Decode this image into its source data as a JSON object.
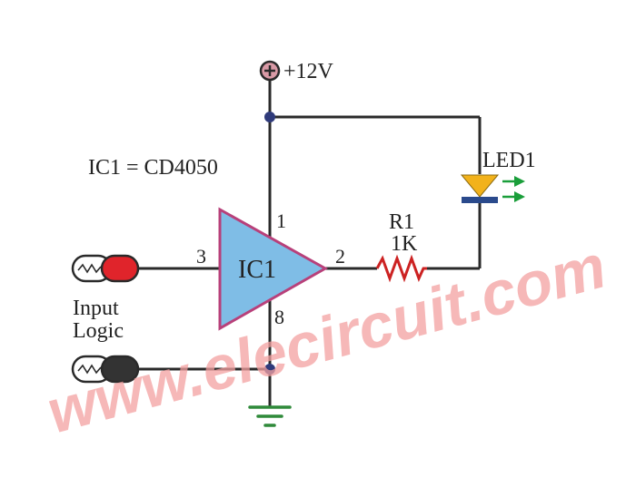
{
  "supply": {
    "label": "+12V"
  },
  "ic": {
    "label": "IC1",
    "definition": "IC1 = CD4050",
    "pin_in": "3",
    "pin_out": "2",
    "pin_vdd": "1",
    "pin_gnd": "8"
  },
  "led": {
    "label": "LED1"
  },
  "resistor": {
    "name": "R1",
    "value": "1K"
  },
  "input": {
    "label_line1": "Input",
    "label_line2": "Logic"
  },
  "watermark": {
    "text": "www.elecircuit.com"
  },
  "colors": {
    "wire": "#2a2a2a",
    "ic_fill": "#7fbde6",
    "ic_stroke": "#b8407a",
    "resistor": "#cc2222",
    "led_body": "#f2b21b",
    "led_bar": "#2a4a8c",
    "led_arrow": "#1a9e3a",
    "ground": "#2f8a3a",
    "probe_red": "#e0242b",
    "probe_black": "#333333",
    "junction": "#2f3a7a",
    "watermark": "#f3a0a0"
  }
}
